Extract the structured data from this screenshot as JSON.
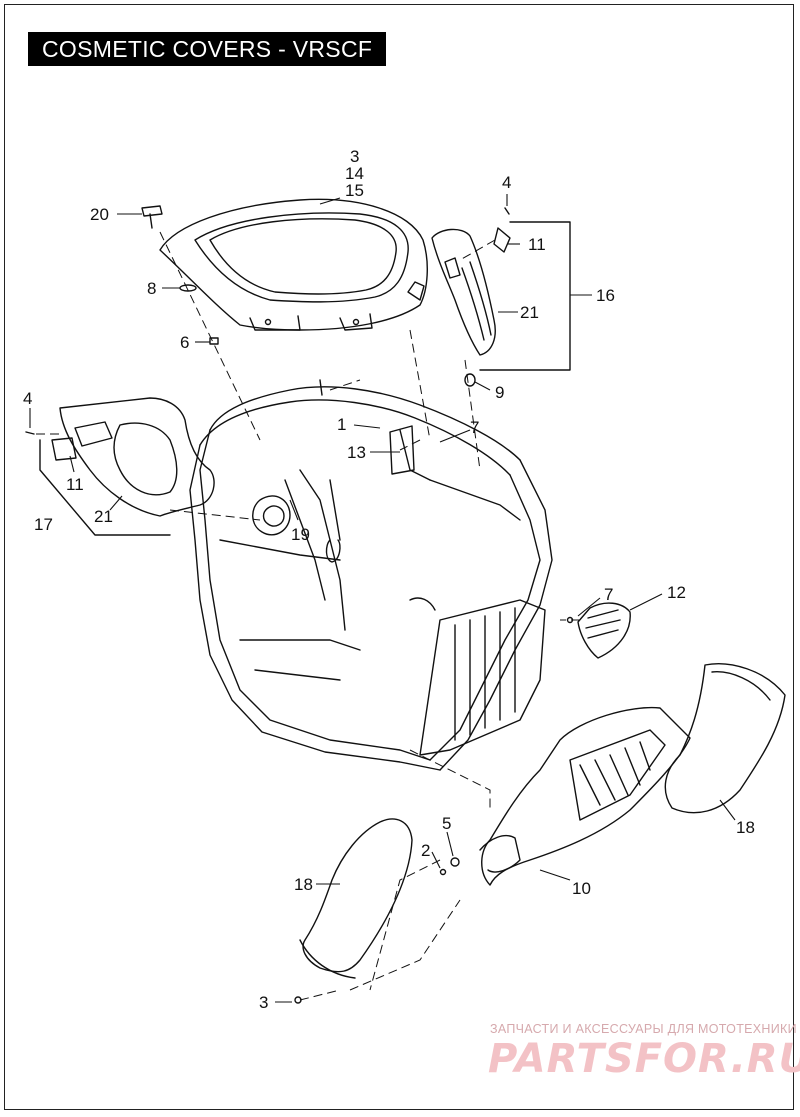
{
  "title": "COSMETIC COVERS - VRSCF",
  "callouts": {
    "c3_top": "3",
    "c14": "14",
    "c15": "15",
    "c20": "20",
    "c8": "8",
    "c6": "6",
    "c4_right": "4",
    "c11_right": "11",
    "c16": "16",
    "c21_right": "21",
    "c9": "9",
    "c4_left": "4",
    "c1": "1",
    "c7_mid": "7",
    "c13": "13",
    "c11_left": "11",
    "c17": "17",
    "c21_left": "21",
    "c19": "19",
    "c7_right": "7",
    "c12": "12",
    "c18_right": "18",
    "c5": "5",
    "c2": "2",
    "c18_left": "18",
    "c10": "10",
    "c3_bottom": "3"
  },
  "watermark": {
    "tagline": "ЗАПЧАСТИ И АКСЕССУАРЫ ДЛЯ МОТОТЕХНИКИ",
    "brand": "PARTSFOR.RU"
  }
}
